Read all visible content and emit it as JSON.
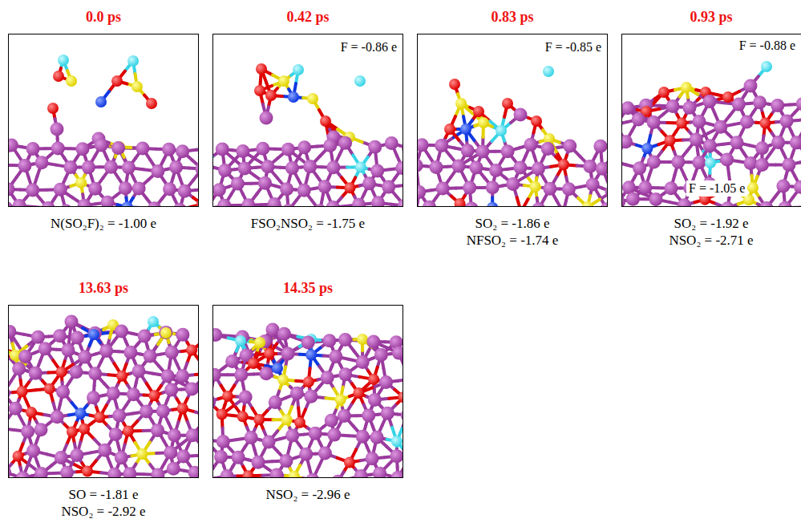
{
  "diagram": {
    "nodes": [
      {
        "text": [
          "0.0 ps",
          "N(SO₂F)₂ = -1.00 e"
        ]
      },
      {
        "text": [
          "0.42 ps",
          "F = -0.86 e",
          "FSO₂NSO₂ = -1.75 e"
        ]
      },
      {
        "text": [
          "0.83 ps",
          "F = -0.85 e",
          "SO₂ = -1.86 e",
          "NFSO₂ = -1.74 e"
        ]
      },
      {
        "text": [
          "0.93 ps",
          "F = -0.88 e",
          "F = -1.05 e",
          "SO₂ = -1.92 e",
          "NSO₂ = -2.71 e"
        ]
      },
      {
        "text": [
          "13.63 ps",
          "SO = -1.81 e",
          "NSO₂ = -2.92 e"
        ]
      },
      {
        "text": [
          "14.35 ps",
          "NSO₂ = -2.96 e"
        ]
      }
    ]
  }
}
